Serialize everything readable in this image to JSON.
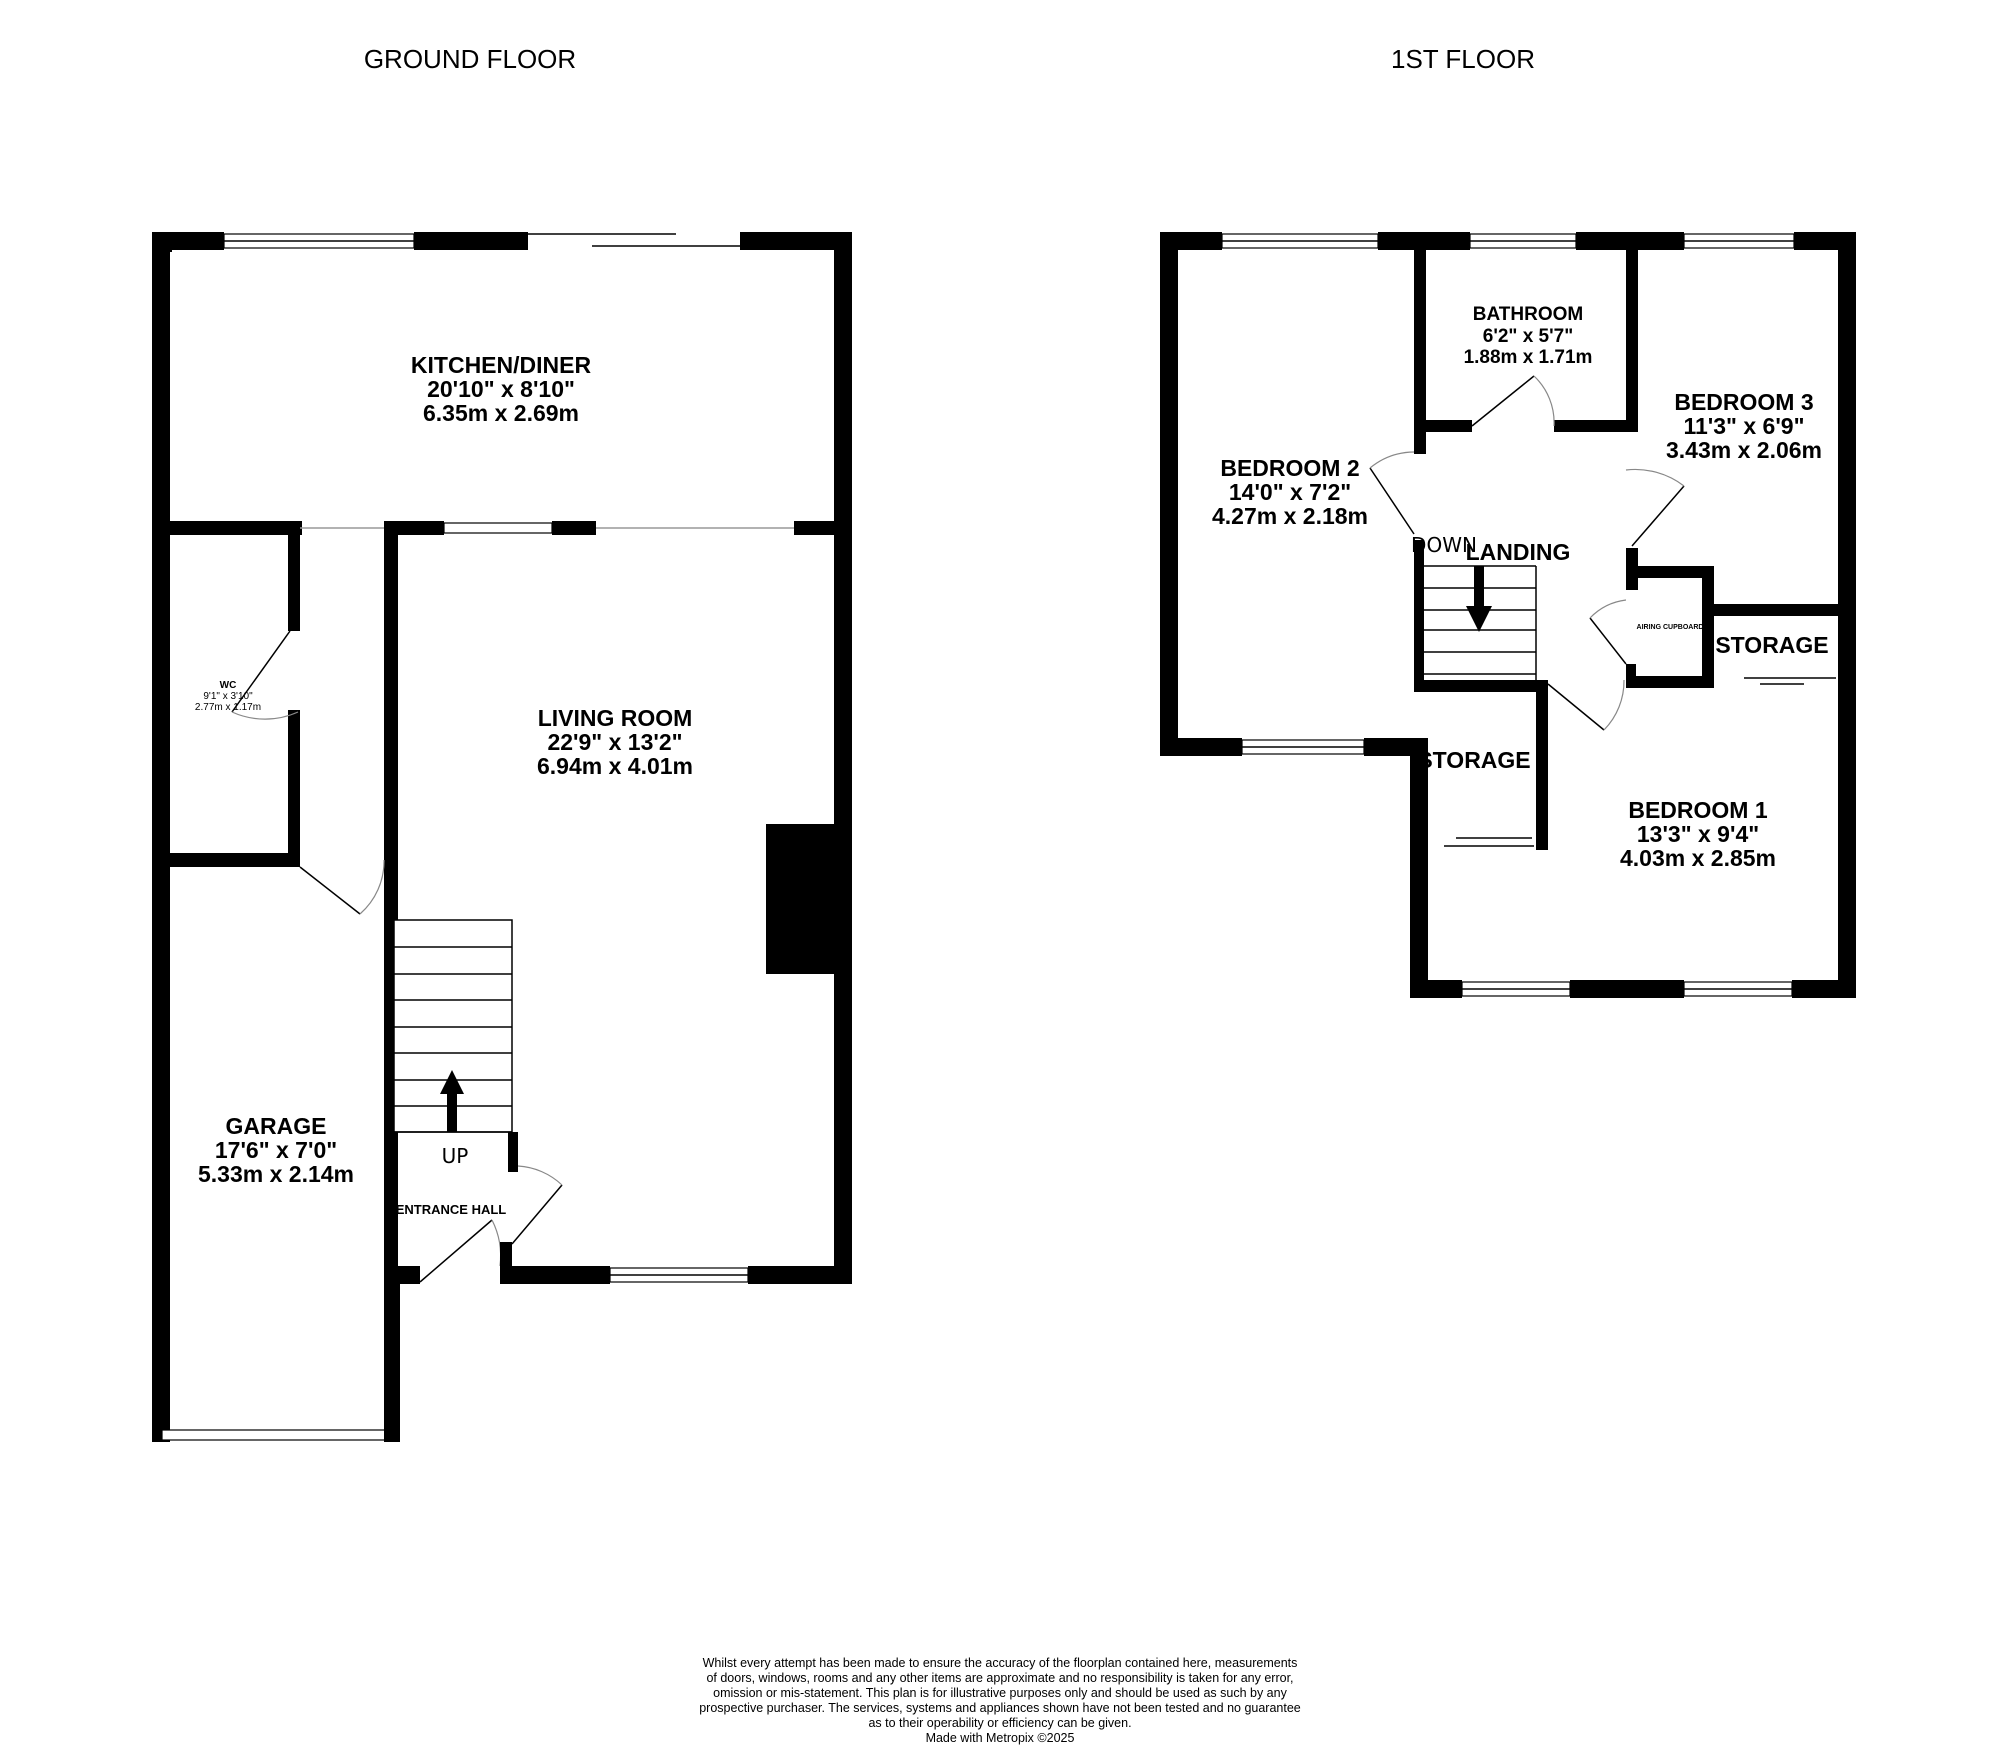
{
  "ground_floor": {
    "title": "GROUND FLOOR",
    "rooms": {
      "kitchen": {
        "name": "KITCHEN/DINER",
        "imperial": "20'10\"  x 8'10\"",
        "metric": "6.35m  x 2.69m"
      },
      "wc": {
        "name": "WC",
        "imperial": "9'1\"  x 3'10\"",
        "metric": "2.77m  x 1.17m"
      },
      "living": {
        "name": "LIVING ROOM",
        "imperial": "22'9\"  x 13'2\"",
        "metric": "6.94m  x 4.01m"
      },
      "garage": {
        "name": "GARAGE",
        "imperial": "17'6\"  x 7'0\"",
        "metric": "5.33m  x 2.14m"
      },
      "hall": {
        "name": "ENTRANCE HALL"
      }
    },
    "stairs_label": "UP"
  },
  "first_floor": {
    "title": "1ST FLOOR",
    "rooms": {
      "bathroom": {
        "name": "BATHROOM",
        "imperial": "6'2\"  x 5'7\"",
        "metric": "1.88m  x 1.71m"
      },
      "bedroom3": {
        "name": "BEDROOM 3",
        "imperial": "11'3\"  x 6'9\"",
        "metric": "3.43m  x 2.06m"
      },
      "bedroom2": {
        "name": "BEDROOM 2",
        "imperial": "14'0\"  x 7'2\"",
        "metric": "4.27m  x 2.18m"
      },
      "landing": {
        "name": "LANDING"
      },
      "airing": {
        "name": "AIRING CUPBOARD"
      },
      "storage_right": {
        "name": "STORAGE"
      },
      "storage_left": {
        "name": "STORAGE"
      },
      "bedroom1": {
        "name": "BEDROOM 1",
        "imperial": "13'3\"  x 9'4\"",
        "metric": "4.03m  x 2.85m"
      }
    },
    "stairs_label": "DOWN"
  },
  "disclaimer": {
    "lines": [
      "Whilst every attempt has been made to ensure the accuracy of the floorplan contained here, measurements",
      "of doors, windows, rooms and any other items are approximate and no responsibility is taken for any error,",
      "omission or mis-statement. This plan is for illustrative purposes only and should be used as such by any",
      "prospective purchaser. The services, systems and appliances shown have not been tested and no guarantee",
      "as to their operability or efficiency can be given.",
      "Made with Metropix ©2025"
    ]
  }
}
